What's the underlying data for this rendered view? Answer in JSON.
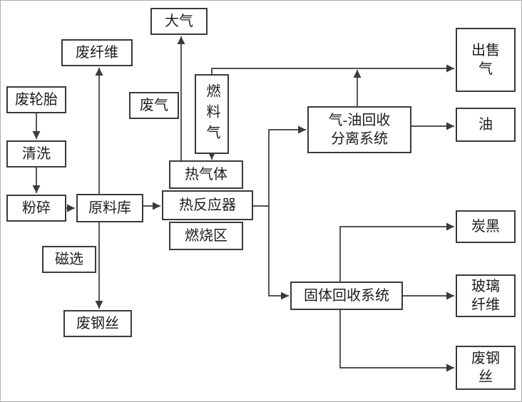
{
  "page": {
    "background": "#ffffff",
    "frame_border": "#adadad"
  },
  "diagram": {
    "type": "flowchart",
    "subject": "waste tire pyrolysis recycling process",
    "colors": {
      "box_border": "#3a3a3a",
      "connector": "#3a3a3a",
      "text": "#1c1c1c"
    },
    "nodes": {
      "atmosphere": {
        "label": "大气"
      },
      "waste_fiber": {
        "label": "废纤维"
      },
      "waste_tire": {
        "label": "废轮胎"
      },
      "waste_gas": {
        "label": "废气"
      },
      "fuel_gas": {
        "label": "燃料气"
      },
      "cleaning": {
        "label": "清洗"
      },
      "crushing": {
        "label": "粉碎"
      },
      "raw_material_store": {
        "label": "原料库"
      },
      "hot_gas": {
        "label": "热气体"
      },
      "thermal_reactor": {
        "label": "热反应器"
      },
      "combustion_zone": {
        "label": "燃烧区"
      },
      "gas_oil_recovery_system": {
        "label": [
          "气-油回收",
          "分离系统"
        ]
      },
      "gas_for_sale": {
        "label": [
          "出售",
          "气"
        ]
      },
      "oil": {
        "label": "油"
      },
      "magnetic_separation": {
        "label": "磁选"
      },
      "waste_steel_wire_left": {
        "label": "废钢丝"
      },
      "carbon_black": {
        "label": "炭黑"
      },
      "solid_recovery_system": {
        "label": "固体回收系统"
      },
      "glass_fiber": {
        "label": [
          "玻璃",
          "纤维"
        ]
      },
      "waste_steel_wire_right": {
        "label": [
          "废钢",
          "丝"
        ]
      }
    },
    "edges": [
      "废轮胎 → 清洗",
      "清洗 → 粉碎",
      "粉碎 → 原料库",
      "原料库 → 废纤维",
      "原料库 → 热反应器",
      "原料库 → (经磁选) → 废钢丝",
      "热气体 → 大气 (废气)",
      "燃料气 → 热气体",
      "热反应器 → 气-油回收分离系统",
      "热反应器 → 固体回收系统",
      "气-油回收分离系统 → 出售气",
      "气-油回收分离系统 → 燃料气",
      "气-油回收分离系统 → 油",
      "固体回收系统 → 炭黑",
      "固体回收系统 → 玻璃纤维",
      "固体回收系统 → 废钢丝"
    ]
  }
}
